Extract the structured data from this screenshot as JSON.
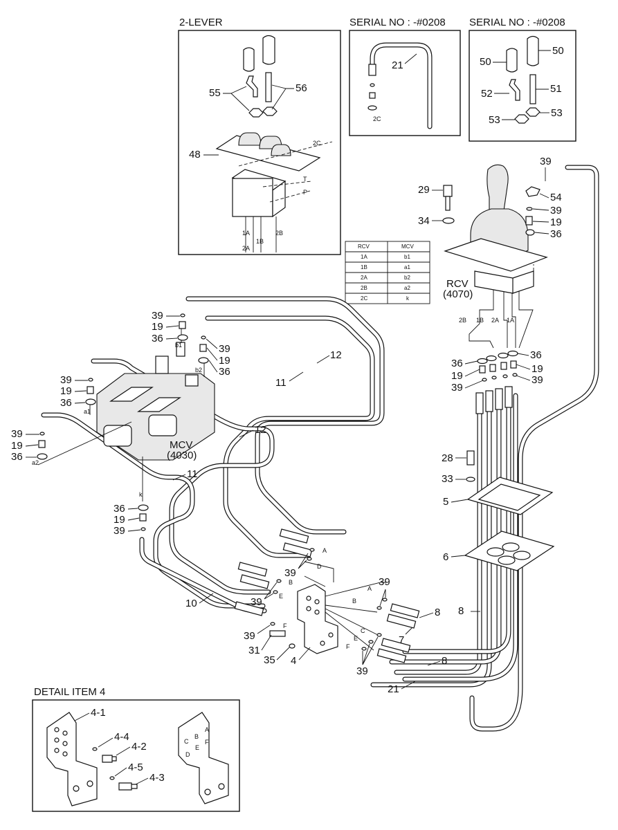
{
  "panels": {
    "two_lever_title": "2-LEVER",
    "serial_title_a": "SERIAL NO : -#0208",
    "serial_title_b": "SERIAL NO : -#0208",
    "detail_title": "DETAIL ITEM 4"
  },
  "components": {
    "rcv_label": "RCV",
    "rcv_code": "(4070)",
    "mcv_label": "MCV",
    "mcv_code": "(4030)"
  },
  "port_table": {
    "headers": [
      "RCV",
      "MCV"
    ],
    "rows": [
      [
        "1A",
        "b1"
      ],
      [
        "1B",
        "a1"
      ],
      [
        "2A",
        "b2"
      ],
      [
        "2B",
        "a2"
      ],
      [
        "2C",
        "k"
      ]
    ]
  },
  "callouts": {
    "c55": "55",
    "c56": "56",
    "c48": "48",
    "c21_top": "21",
    "c50a": "50",
    "c50b": "50",
    "c52": "52",
    "c51": "51",
    "c53a": "53",
    "c53b": "53",
    "c39_rcv": "39",
    "c54": "54",
    "c39_rcv2": "39",
    "c19_rcv": "19",
    "c36_rcv": "36",
    "c29": "29",
    "c34": "34",
    "c36_r1": "36",
    "c36_r2": "36",
    "c19_r1": "19",
    "c19_r2": "19",
    "c39_r1": "39",
    "c39_r2": "39",
    "c39_m1": "39",
    "c19_m1": "19",
    "c36_m1": "36",
    "c39_m2": "39",
    "c19_m2": "19",
    "c36_m2": "36",
    "c39_m3": "39",
    "c19_m3": "19",
    "c36_m3": "36",
    "c39_m4": "39",
    "c19_m4": "19",
    "c36_m4": "36",
    "c12a": "12",
    "c11a": "11",
    "c12b": "12",
    "c11b": "11",
    "c36_k": "36",
    "c19_k": "19",
    "c39_k": "39",
    "c28": "28",
    "c33": "33",
    "c5": "5",
    "c6": "6",
    "c39_b1": "39",
    "c39_b2": "39",
    "c39_b3": "39",
    "c39_b4": "39",
    "c39_b5": "39",
    "c10": "10",
    "c31": "31",
    "c35": "35",
    "c4": "4",
    "c8a": "8",
    "c8b": "8",
    "c8c": "8",
    "c7": "7",
    "c21_bot": "21",
    "c4_1": "4-1",
    "c4_4": "4-4",
    "c4_2": "4-2",
    "c4_5": "4-5",
    "c4_3": "4-3"
  },
  "port_labels": {
    "p2c_a": "2C",
    "pT": "T",
    "pP": "P",
    "p1A": "1A",
    "p1B": "1B",
    "p2A": "2A",
    "p2B": "2B",
    "p2c_b": "2C",
    "r2B": "2B",
    "r1B": "1B",
    "r2A": "2A",
    "r1A": "1A",
    "mb1": "b1",
    "mb2": "b2",
    "ma1": "a1",
    "ma2": "a2",
    "mk": "k",
    "lA": "A",
    "lD": "D",
    "lB": "B",
    "lE": "E",
    "lF": "F",
    "rA": "A",
    "rB": "B",
    "rC": "C",
    "rE": "E",
    "rF": "F",
    "dA": "A",
    "dB": "B",
    "dC": "C",
    "dD": "D",
    "dE": "E",
    "dF": "F"
  }
}
